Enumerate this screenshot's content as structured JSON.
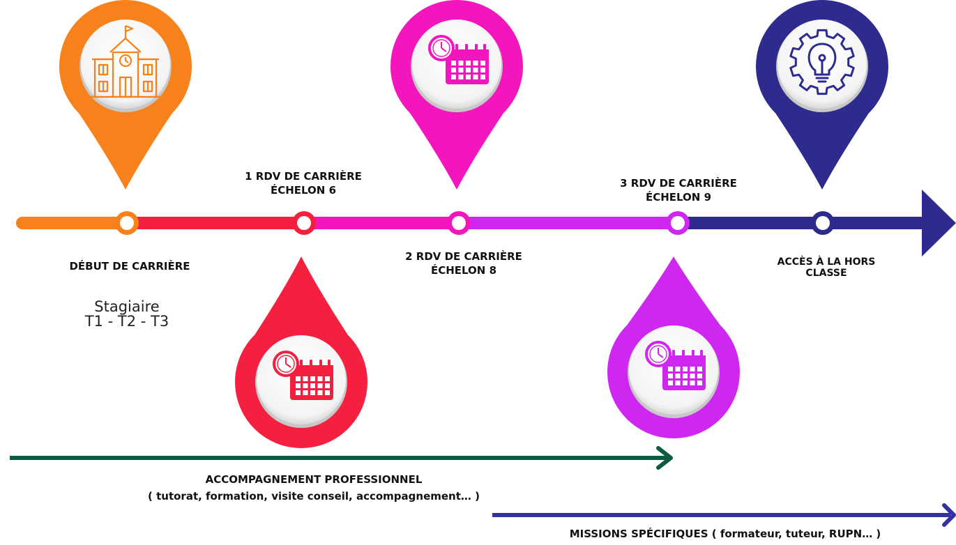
{
  "colors": {
    "orange": "#f7811a",
    "red": "#f5203f",
    "pink": "#f316bc",
    "violet": "#ce28f0",
    "navy": "#2e2b8f",
    "green": "#0d5a43",
    "bar_blue": "#3232a5"
  },
  "milestones": [
    {
      "id": "debut",
      "label_lines": [
        "DÉBUT DE CARRIÈRE"
      ],
      "sub_lines": [
        "Stagiaire",
        "T1 - T2 - T3"
      ],
      "pin": "up",
      "color": "orange",
      "icon": "school-building-icon"
    },
    {
      "id": "rdv1",
      "label_lines": [
        "1 RDV DE CARRIÈRE",
        "ÉCHELON 6"
      ],
      "pin": "down",
      "color": "red",
      "icon": "calendar-clock-icon"
    },
    {
      "id": "rdv2",
      "label_lines": [
        "2 RDV DE CARRIÈRE",
        "ÉCHELON 8"
      ],
      "pin": "up",
      "color": "pink",
      "icon": "calendar-clock-icon"
    },
    {
      "id": "rdv3",
      "label_lines": [
        "3 RDV DE CARRIÈRE",
        "ÉCHELON 9"
      ],
      "pin": "down",
      "color": "violet",
      "icon": "calendar-clock-icon"
    },
    {
      "id": "hors_classe",
      "label_lines": [
        "ACCÈS À LA HORS",
        "CLASSE"
      ],
      "pin": "up",
      "color": "navy",
      "icon": "lightbulb-gear-icon"
    }
  ],
  "bars": [
    {
      "id": "accompagnement",
      "lines": [
        "ACCOMPAGNEMENT PROFESSIONNEL",
        "( tutorat, formation, visite conseil, accompagnement… )"
      ],
      "color": "green"
    },
    {
      "id": "missions",
      "lines": [
        "MISSIONS SPÉCIFIQUES ( formateur, tuteur, RUPN… )"
      ],
      "color": "bar_blue"
    }
  ]
}
